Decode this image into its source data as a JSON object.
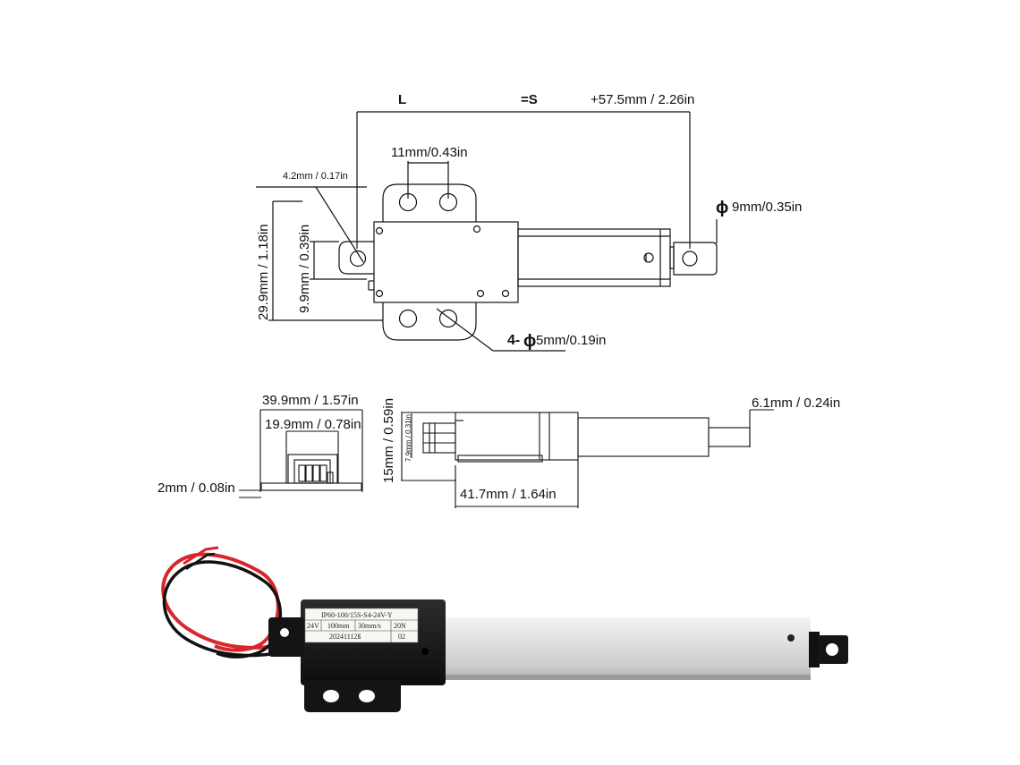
{
  "top_view": {
    "label_L": "L",
    "label_S": "=S",
    "label_extra": "+57.5mm / 2.26in",
    "hole_spacing": "11mm/0.43in",
    "hole_small": "4.2mm / 0.17in",
    "rod_hole": "9mm/0.35in",
    "mount_holes": "5mm/0.19in",
    "phi_symbol": "ϕ",
    "mount_prefix": "4-",
    "height_total": "29.9mm / 1.18in",
    "height_inner": "9.9mm / 0.39in"
  },
  "side_view": {
    "width_total": "39.9mm / 1.57in",
    "width_inner": "19.9mm / 0.78in",
    "base_thickness": "2mm / 0.08in",
    "height": "15mm / 0.59in",
    "height_small": "7.9mm / 0.31in",
    "body_length": "41.7mm / 1.64in",
    "rod_diameter": "6.1mm / 0.24in"
  },
  "product_label": {
    "model": "IP60-100/15S-S4-24V-Y",
    "voltage": "24V",
    "stroke": "100mm",
    "speed": "30mm/s",
    "force": "20N",
    "date_code": "20241112ß",
    "batch": "02"
  },
  "colors": {
    "line": "#111111",
    "housing": "#1a1a1a",
    "tube": "#d9dadb",
    "wire_red": "#d8262a",
    "wire_black": "#111111"
  }
}
